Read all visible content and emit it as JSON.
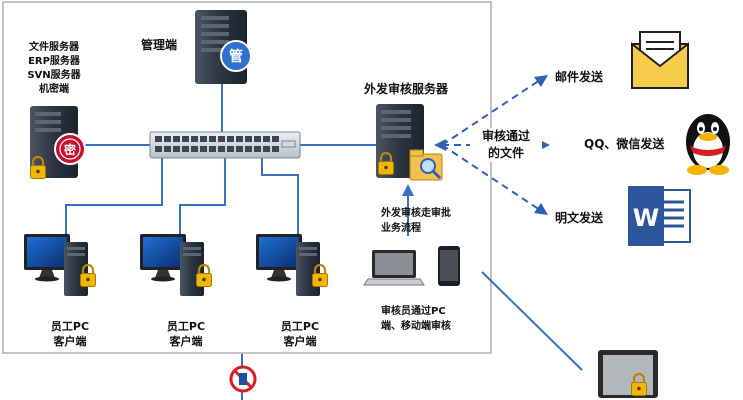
{
  "nodes": {
    "management": "管理端",
    "servers": "文件服务器\nERP服务器\nSVN服务器\n机密端",
    "secret_badge": "密",
    "mgmt_badge": "管",
    "outbound_server": "外发审核服务器",
    "pc1": "员工PC\n客户端",
    "pc2": "员工PC\n客户端",
    "pc3": "员工PC\n客户端",
    "approval_flow": "外发审核走审批\n业务流程",
    "reviewer": "审核员通过PC\n端、移动端审核",
    "approved_files": "审核通过\n的文件"
  },
  "outputs": {
    "email": "邮件发送",
    "qq_wechat": "QQ、微信发送",
    "plain": "明文发送"
  },
  "icons": [
    "tower-server-icon",
    "network-switch-icon",
    "desktop-pc-icon",
    "padlock-icon",
    "envelope-icon",
    "qq-penguin-icon",
    "word-document-icon",
    "laptop-icon",
    "smartphone-icon",
    "magnifier-folder-icon",
    "no-entry-icon"
  ],
  "colors": {
    "frame": "#9a9a9a",
    "link": "#3a6fc4",
    "dashed": "#2f5fb6",
    "server": "#2b3440",
    "lock": "#f2b705",
    "word": "#2b579a",
    "secret": "#c8102e"
  }
}
